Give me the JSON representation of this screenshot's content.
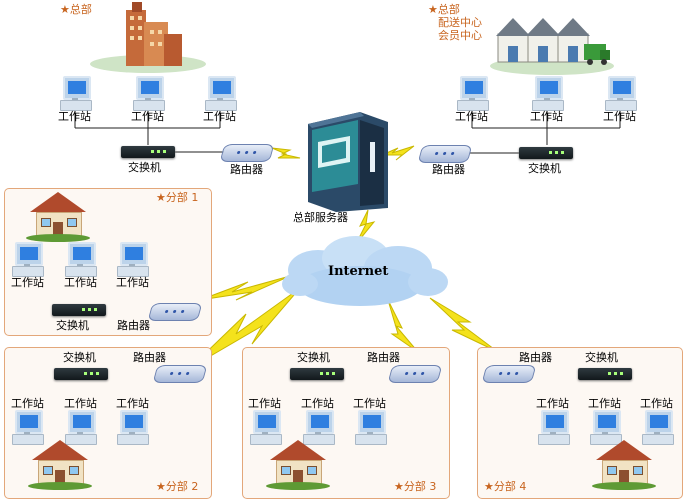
{
  "hq_left": {
    "title": "★总部",
    "workstation": "工作站",
    "switch": "交换机",
    "router": "路由器"
  },
  "hq_right": {
    "title": "★总部",
    "line2": "配送中心",
    "line3": "会员中心",
    "workstation": "工作站",
    "switch": "交换机",
    "router": "路由器"
  },
  "server": {
    "label": "总部服务器"
  },
  "internet": {
    "label": "Internet"
  },
  "branch1": {
    "title": "★分部 1",
    "workstation": "工作站",
    "switch": "交换机",
    "router": "路由器"
  },
  "branch2": {
    "title": "★分部 2",
    "workstation": "工作站",
    "switch": "交换机",
    "router": "路由器"
  },
  "branch3": {
    "title": "★分部 3",
    "workstation": "工作站",
    "switch": "交换机",
    "router": "路由器"
  },
  "branch4": {
    "title": "★分部 4",
    "workstation": "工作站",
    "switch": "交换机",
    "router": "路由器"
  },
  "colors": {
    "bolt": "#f4e21c",
    "bolt_edge": "#c9b800",
    "accent": "#c8641e",
    "cloud": "#bcd8f4"
  },
  "icons": [
    "building-icon",
    "warehouse-icon",
    "workstation-icon",
    "switch-icon",
    "router-icon",
    "server-icon",
    "cloud-icon",
    "lightning-icon",
    "house-icon"
  ]
}
